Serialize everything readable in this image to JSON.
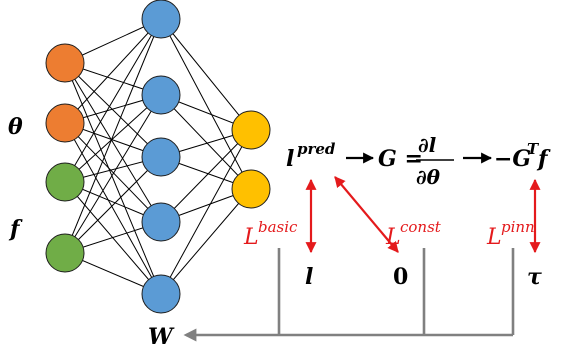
{
  "colors": {
    "input_theta": "#ed7d31",
    "input_f": "#70ad47",
    "hidden": "#5b9bd5",
    "output": "#ffc000",
    "loss": "#e41a1c",
    "feedback": "#808080",
    "edge": "#000000"
  },
  "network": {
    "layers": [
      {
        "group": "input",
        "nodes": [
          "input_theta",
          "input_theta",
          "input_f",
          "input_f"
        ]
      },
      {
        "group": "hidden",
        "nodes": [
          "hidden",
          "hidden",
          "hidden",
          "hidden",
          "hidden"
        ]
      },
      {
        "group": "output",
        "nodes": [
          "output",
          "output"
        ]
      }
    ]
  },
  "labels": {
    "theta": "θ",
    "f": "f",
    "W": "W",
    "l_pred_base": "l",
    "l_pred_sup": "pred",
    "G_eq": "G = ",
    "frac_num": "∂l",
    "frac_den": "∂θ",
    "minus_GT_f": "−G",
    "GT_sup": "T",
    "GT_f": "f",
    "target_l": "l",
    "target_zero": "0",
    "target_tau": "τ",
    "loss_basic_base": "L",
    "loss_basic_sup": "basic",
    "loss_const_base": "L",
    "loss_const_sup": "const",
    "loss_pinn_base": "L",
    "loss_pinn_sup": "pinn"
  }
}
